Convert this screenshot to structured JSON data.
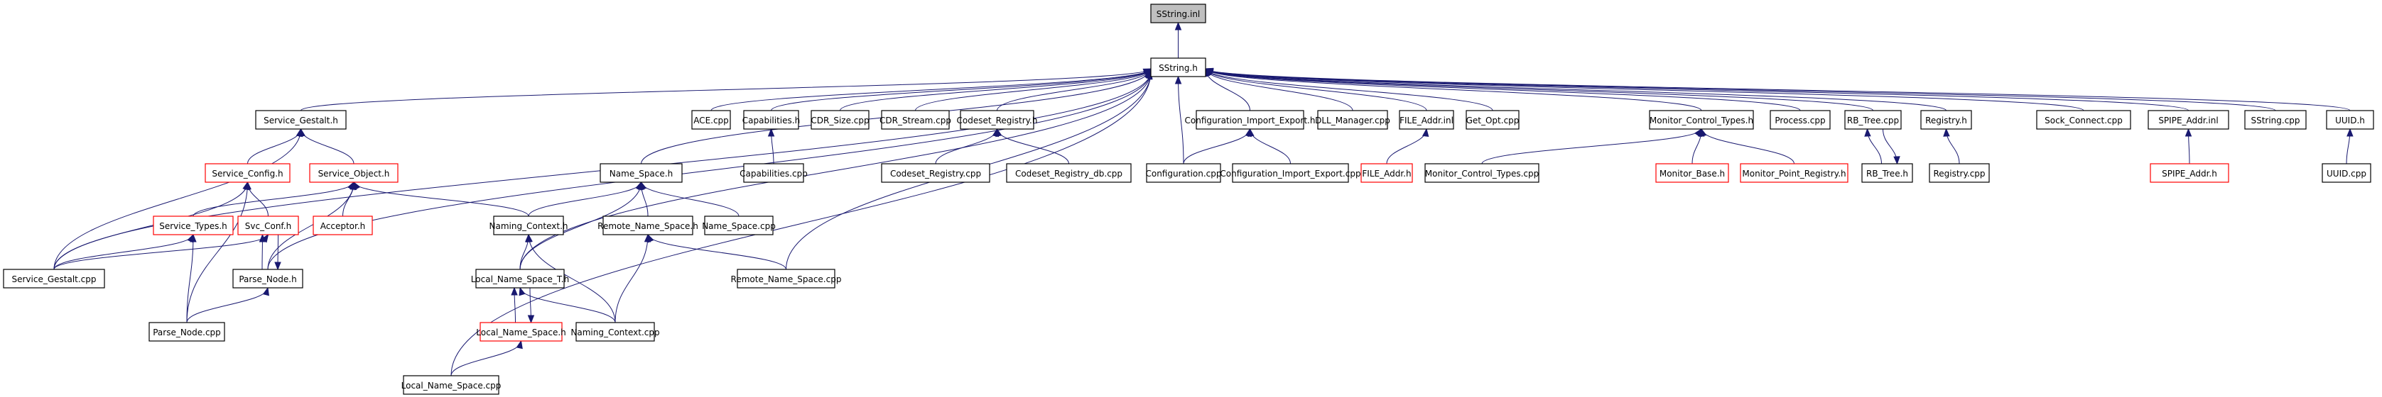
{
  "title": "SString.inl include dependency graph",
  "colors": {
    "edge": "#191970",
    "root_fill": "#bfbfbf",
    "node_border": "#000000",
    "truncated_node_border": "#ff0000"
  },
  "nodes": [
    {
      "id": "sstring_inl",
      "label": "SString.inl",
      "kind": "root"
    },
    {
      "id": "sstring_h",
      "label": "SString.h",
      "kind": "normal"
    },
    {
      "id": "service_gestalt_h",
      "label": "Service_Gestalt.h",
      "kind": "normal"
    },
    {
      "id": "ace_cpp",
      "label": "ACE.cpp",
      "kind": "normal"
    },
    {
      "id": "capabilities_h",
      "label": "Capabilities.h",
      "kind": "normal"
    },
    {
      "id": "cdr_size_cpp",
      "label": "CDR_Size.cpp",
      "kind": "normal"
    },
    {
      "id": "cdr_stream_cpp",
      "label": "CDR_Stream.cpp",
      "kind": "normal"
    },
    {
      "id": "codeset_registry_h",
      "label": "Codeset_Registry.h",
      "kind": "normal"
    },
    {
      "id": "cie_h",
      "label": "Configuration_Import_Export.h",
      "kind": "normal"
    },
    {
      "id": "dll_manager_cpp",
      "label": "DLL_Manager.cpp",
      "kind": "normal"
    },
    {
      "id": "file_addr_inl",
      "label": "FILE_Addr.inl",
      "kind": "normal"
    },
    {
      "id": "get_opt_cpp",
      "label": "Get_Opt.cpp",
      "kind": "normal"
    },
    {
      "id": "mct_h",
      "label": "Monitor_Control_Types.h",
      "kind": "normal"
    },
    {
      "id": "process_cpp",
      "label": "Process.cpp",
      "kind": "normal"
    },
    {
      "id": "rb_tree_cpp",
      "label": "RB_Tree.cpp",
      "kind": "normal"
    },
    {
      "id": "registry_h",
      "label": "Registry.h",
      "kind": "normal"
    },
    {
      "id": "sock_connect_cpp",
      "label": "Sock_Connect.cpp",
      "kind": "normal"
    },
    {
      "id": "spipe_addr_inl",
      "label": "SPIPE_Addr.inl",
      "kind": "normal"
    },
    {
      "id": "sstring_cpp",
      "label": "SString.cpp",
      "kind": "normal"
    },
    {
      "id": "uuid_h",
      "label": "UUID.h",
      "kind": "normal"
    },
    {
      "id": "service_config_h",
      "label": "Service_Config.h",
      "kind": "truncated"
    },
    {
      "id": "service_object_h",
      "label": "Service_Object.h",
      "kind": "truncated"
    },
    {
      "id": "name_space_h",
      "label": "Name_Space.h",
      "kind": "normal"
    },
    {
      "id": "capabilities_cpp",
      "label": "Capabilities.cpp",
      "kind": "normal"
    },
    {
      "id": "codeset_registry_cpp",
      "label": "Codeset_Registry.cpp",
      "kind": "normal"
    },
    {
      "id": "codeset_registry_db_cpp",
      "label": "Codeset_Registry_db.cpp",
      "kind": "normal"
    },
    {
      "id": "configuration_cpp",
      "label": "Configuration.cpp",
      "kind": "normal"
    },
    {
      "id": "cie_cpp",
      "label": "Configuration_Import_Export.cpp",
      "kind": "normal"
    },
    {
      "id": "file_addr_h",
      "label": "FILE_Addr.h",
      "kind": "truncated"
    },
    {
      "id": "mct_cpp",
      "label": "Monitor_Control_Types.cpp",
      "kind": "normal"
    },
    {
      "id": "monitor_base_h",
      "label": "Monitor_Base.h",
      "kind": "truncated"
    },
    {
      "id": "mpr_h",
      "label": "Monitor_Point_Registry.h",
      "kind": "truncated"
    },
    {
      "id": "rb_tree_h",
      "label": "RB_Tree.h",
      "kind": "normal"
    },
    {
      "id": "registry_cpp",
      "label": "Registry.cpp",
      "kind": "normal"
    },
    {
      "id": "spipe_addr_h",
      "label": "SPIPE_Addr.h",
      "kind": "truncated"
    },
    {
      "id": "uuid_cpp",
      "label": "UUID.cpp",
      "kind": "normal"
    },
    {
      "id": "service_types_h",
      "label": "Service_Types.h",
      "kind": "truncated"
    },
    {
      "id": "svc_conf_h",
      "label": "Svc_Conf.h",
      "kind": "truncated"
    },
    {
      "id": "acceptor_h",
      "label": "Acceptor.h",
      "kind": "truncated"
    },
    {
      "id": "naming_context_h",
      "label": "Naming_Context.h",
      "kind": "normal"
    },
    {
      "id": "remote_name_space_h",
      "label": "Remote_Name_Space.h",
      "kind": "normal"
    },
    {
      "id": "name_space_cpp",
      "label": "Name_Space.cpp",
      "kind": "normal"
    },
    {
      "id": "service_gestalt_cpp",
      "label": "Service_Gestalt.cpp",
      "kind": "normal"
    },
    {
      "id": "parse_node_h",
      "label": "Parse_Node.h",
      "kind": "normal"
    },
    {
      "id": "local_name_space_t_h",
      "label": "Local_Name_Space_T.h",
      "kind": "normal"
    },
    {
      "id": "remote_name_space_cpp",
      "label": "Remote_Name_Space.cpp",
      "kind": "normal"
    },
    {
      "id": "parse_node_cpp",
      "label": "Parse_Node.cpp",
      "kind": "normal"
    },
    {
      "id": "local_name_space_h",
      "label": "Local_Name_Space.h",
      "kind": "truncated"
    },
    {
      "id": "naming_context_cpp",
      "label": "Naming_Context.cpp",
      "kind": "normal"
    },
    {
      "id": "local_name_space_cpp",
      "label": "Local_Name_Space.cpp",
      "kind": "normal"
    }
  ],
  "edges": [
    [
      "sstring_h",
      "sstring_inl"
    ],
    [
      "service_gestalt_h",
      "sstring_h"
    ],
    [
      "ace_cpp",
      "sstring_h"
    ],
    [
      "capabilities_h",
      "sstring_h"
    ],
    [
      "cdr_size_cpp",
      "sstring_h"
    ],
    [
      "cdr_stream_cpp",
      "sstring_h"
    ],
    [
      "codeset_registry_h",
      "sstring_h"
    ],
    [
      "cie_h",
      "sstring_h"
    ],
    [
      "dll_manager_cpp",
      "sstring_h"
    ],
    [
      "file_addr_inl",
      "sstring_h"
    ],
    [
      "get_opt_cpp",
      "sstring_h"
    ],
    [
      "mct_h",
      "sstring_h"
    ],
    [
      "process_cpp",
      "sstring_h"
    ],
    [
      "rb_tree_cpp",
      "sstring_h"
    ],
    [
      "registry_h",
      "sstring_h"
    ],
    [
      "sock_connect_cpp",
      "sstring_h"
    ],
    [
      "spipe_addr_inl",
      "sstring_h"
    ],
    [
      "sstring_cpp",
      "sstring_h"
    ],
    [
      "uuid_h",
      "sstring_h"
    ],
    [
      "name_space_h",
      "sstring_h"
    ],
    [
      "configuration_cpp",
      "sstring_h"
    ],
    [
      "service_gestalt_cpp",
      "sstring_h"
    ],
    [
      "parse_node_h",
      "sstring_h"
    ],
    [
      "local_name_space_t_h",
      "sstring_h"
    ],
    [
      "remote_name_space_cpp",
      "sstring_h"
    ],
    [
      "local_name_space_cpp",
      "sstring_h"
    ],
    [
      "service_config_h",
      "service_gestalt_h"
    ],
    [
      "service_object_h",
      "service_gestalt_h"
    ],
    [
      "service_gestalt_cpp",
      "service_gestalt_h"
    ],
    [
      "service_types_h",
      "service_object_h"
    ],
    [
      "acceptor_h",
      "service_object_h"
    ],
    [
      "naming_context_h",
      "service_object_h"
    ],
    [
      "parse_node_h",
      "service_object_h"
    ],
    [
      "svc_conf_h",
      "service_config_h"
    ],
    [
      "service_gestalt_cpp",
      "service_config_h"
    ],
    [
      "parse_node_cpp",
      "service_config_h"
    ],
    [
      "service_gestalt_cpp",
      "service_types_h"
    ],
    [
      "parse_node_cpp",
      "service_types_h"
    ],
    [
      "service_gestalt_cpp",
      "svc_conf_h"
    ],
    [
      "parse_node_h",
      "svc_conf_h"
    ],
    [
      "svc_conf_h",
      "parse_node_h"
    ],
    [
      "parse_node_cpp",
      "parse_node_h"
    ],
    [
      "capabilities_cpp",
      "capabilities_h"
    ],
    [
      "codeset_registry_cpp",
      "codeset_registry_h"
    ],
    [
      "codeset_registry_db_cpp",
      "codeset_registry_h"
    ],
    [
      "configuration_cpp",
      "cie_h"
    ],
    [
      "cie_cpp",
      "cie_h"
    ],
    [
      "file_addr_h",
      "file_addr_inl"
    ],
    [
      "mct_cpp",
      "mct_h"
    ],
    [
      "monitor_base_h",
      "mct_h"
    ],
    [
      "mpr_h",
      "mct_h"
    ],
    [
      "rb_tree_h",
      "rb_tree_cpp"
    ],
    [
      "rb_tree_cpp",
      "rb_tree_h"
    ],
    [
      "registry_cpp",
      "registry_h"
    ],
    [
      "spipe_addr_h",
      "spipe_addr_inl"
    ],
    [
      "uuid_cpp",
      "uuid_h"
    ],
    [
      "naming_context_h",
      "name_space_h"
    ],
    [
      "local_name_space_t_h",
      "name_space_h"
    ],
    [
      "remote_name_space_h",
      "name_space_h"
    ],
    [
      "name_space_cpp",
      "name_space_h"
    ],
    [
      "local_name_space_t_h",
      "naming_context_h"
    ],
    [
      "naming_context_cpp",
      "naming_context_h"
    ],
    [
      "naming_context_cpp",
      "remote_name_space_h"
    ],
    [
      "remote_name_space_cpp",
      "remote_name_space_h"
    ],
    [
      "local_name_space_h",
      "local_name_space_t_h"
    ],
    [
      "naming_context_cpp",
      "local_name_space_t_h"
    ],
    [
      "local_name_space_t_h",
      "local_name_space_h"
    ],
    [
      "local_name_space_cpp",
      "local_name_space_h"
    ]
  ]
}
